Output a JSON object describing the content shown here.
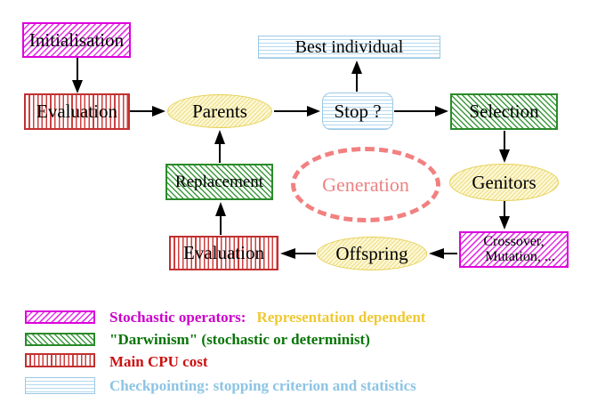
{
  "title": "Evolutionary algorithm generation loop diagram",
  "diagram": {
    "nodes": {
      "initialisation": {
        "label": "Initialisation"
      },
      "evaluation_top": {
        "label": "Evaluation"
      },
      "parents": {
        "label": "Parents"
      },
      "best_individual": {
        "label": "Best individual"
      },
      "stop": {
        "label": "Stop ?"
      },
      "selection": {
        "label": "Selection"
      },
      "replacement": {
        "label": "Replacement"
      },
      "generation": {
        "label": "Generation"
      },
      "genitors": {
        "label": "Genitors"
      },
      "crossover": {
        "label_line1": "Crossover,",
        "label_line2": "Mutation, ..."
      },
      "offspring": {
        "label": "Offspring"
      },
      "evaluation_bottom": {
        "label": "Evaluation"
      }
    },
    "colors": {
      "magenta": "#dd00dd",
      "red": "#c23030",
      "green": "#2a8a2a",
      "cyan": "#9cc8e4",
      "yellow": "#e6d054",
      "salmon": "#f28080",
      "arrow": "#000000"
    }
  },
  "legend": {
    "items": [
      {
        "style": "magenta-hatch",
        "label": "Stochastic operators:",
        "label2": "Representation dependent"
      },
      {
        "style": "green-hatch",
        "label": "\"Darwinism\" (stochastic or determinist)"
      },
      {
        "style": "red-vertical-hatch",
        "label": "Main CPU cost"
      },
      {
        "style": "cyan-horizontal-hatch",
        "label": "Checkpointing: stopping criterion and statistics"
      }
    ]
  }
}
